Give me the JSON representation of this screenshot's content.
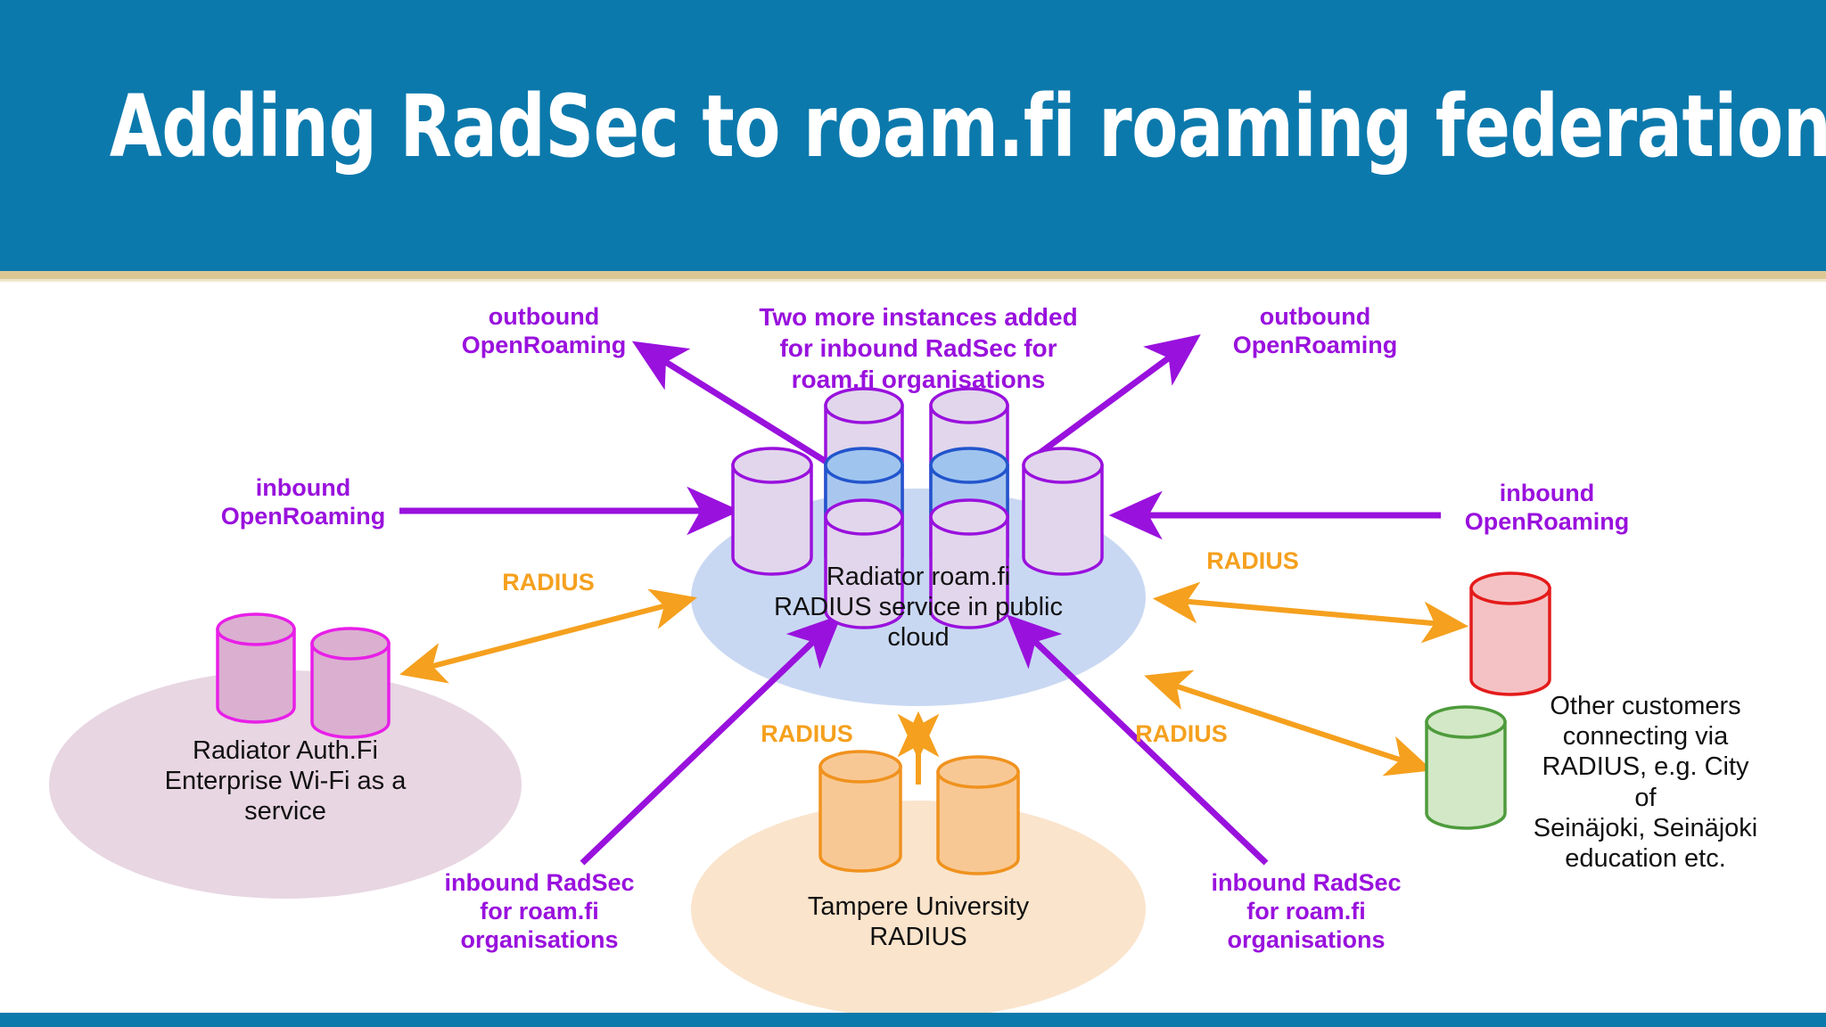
{
  "header": {
    "title": "Adding RadSec to roam.fi roaming federation",
    "bar_color": "#0C79AC",
    "rule_color": "#DDC893",
    "title_color": "#FFFFFF"
  },
  "footer": {
    "bar_color": "#0C79AC"
  },
  "colors": {
    "purple": "#9911DD",
    "orange": "#F5A01E",
    "black": "#111111",
    "center_cloud_fill": "#C9D8F2",
    "center_cyl_fill": "#E2D6EC",
    "center_cyl_stroke": "#9911DD",
    "center_blue_fill": "#9FC4EE",
    "center_blue_stroke": "#2255CC",
    "left_cloud_fill": "#E8D6E2",
    "left_cyl_fill": "#DBAFD0",
    "left_cyl_stroke": "#E81FE8",
    "bottom_cloud_fill": "#FAE4CC",
    "bottom_cyl_fill": "#F8C894",
    "bottom_cyl_stroke": "#F0921E",
    "red_cyl_fill": "#F4C2C4",
    "red_cyl_stroke": "#E41B1B",
    "green_cyl_fill": "#D2E8C6",
    "green_cyl_stroke": "#4E9B3C"
  },
  "diagram": {
    "center": {
      "heading": "Two more instances added\nfor inbound RadSec for\nroam.fi organisations",
      "caption": "Radiator roam.fi\nRADIUS service in public\ncloud"
    },
    "left_node": {
      "caption": "Radiator Auth.Fi\nEnterprise Wi-Fi as a\nservice"
    },
    "bottom_node": {
      "caption": "Tampere University\nRADIUS"
    },
    "right_node": {
      "caption": "Other customers\nconnecting via\nRADIUS, e.g. City of\nSeinäjoki, Seinäjoki\neducation etc."
    },
    "labels": {
      "outbound_left": "outbound\nOpenRoaming",
      "outbound_right": "outbound\nOpenRoaming",
      "inbound_left": "inbound\nOpenRoaming",
      "inbound_right": "inbound\nOpenRoaming",
      "radius_left": "RADIUS",
      "radius_right_top": "RADIUS",
      "radius_right_bottom": "RADIUS",
      "radius_bottom": "RADIUS",
      "radsec_bottom_left": "inbound RadSec\nfor roam.fi\norganisations",
      "radsec_bottom_right": "inbound RadSec\nfor roam.fi\norganisations"
    }
  }
}
